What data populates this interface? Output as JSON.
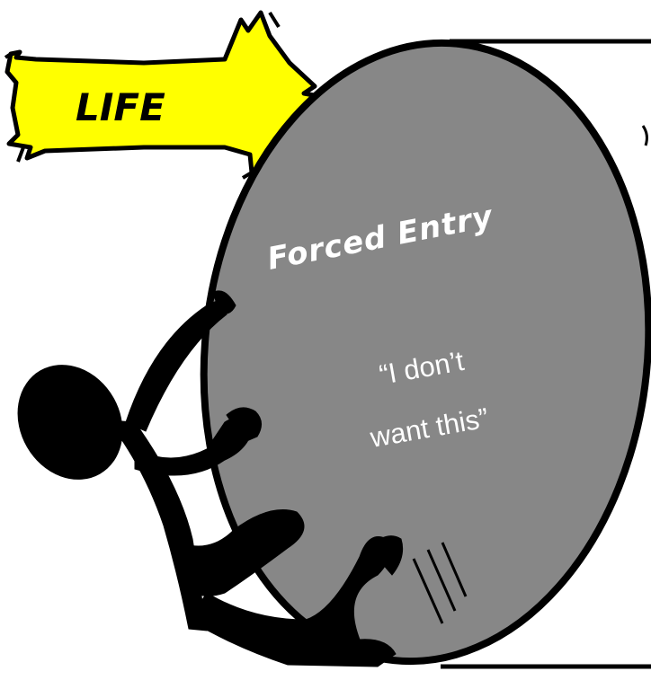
{
  "arrow": {
    "label": "LIFE"
  },
  "disc": {
    "title": "Forced Entry",
    "quote_line1": "“I don’t",
    "quote_line2": "want this”"
  },
  "figure": {
    "name": "stick-figure-pushing"
  },
  "colors": {
    "arrow_fill": "#FFFF00",
    "disc_fill": "#878787",
    "outline": "#000000",
    "text_on_disc": "#FFFFFF",
    "background": "#FFFFFF"
  }
}
